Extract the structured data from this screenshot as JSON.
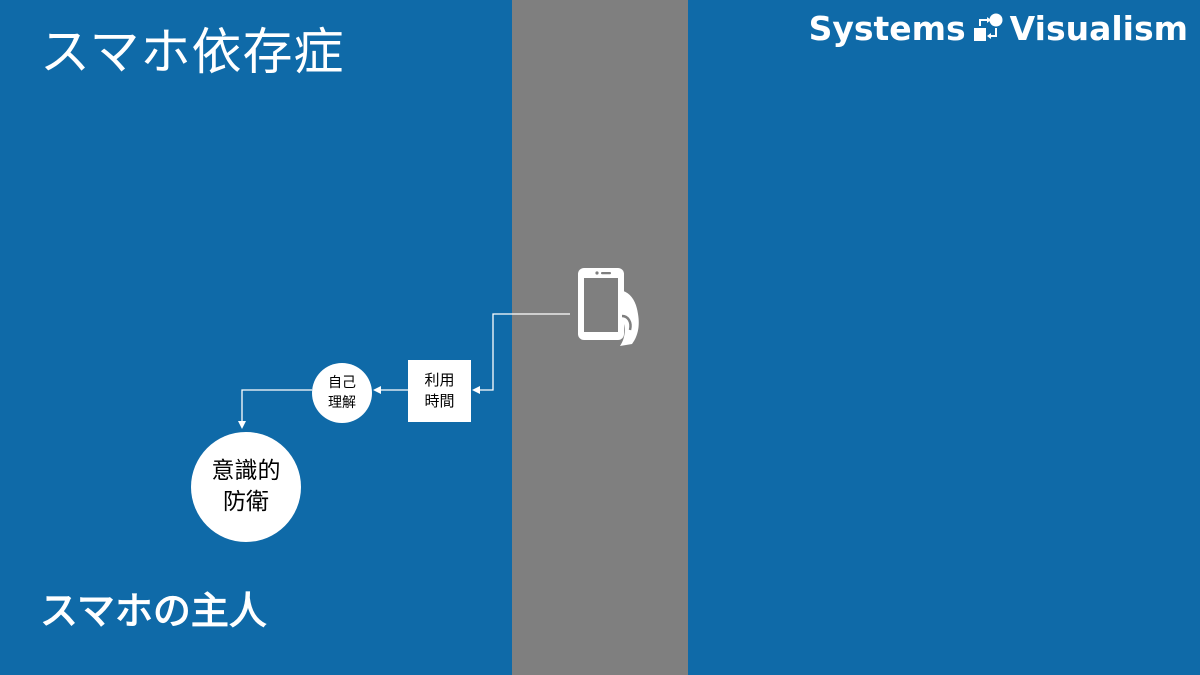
{
  "title": "スマホ依存症",
  "brand": {
    "word1": "Systems",
    "word2": "Visualism"
  },
  "footer": "スマホの主人",
  "nodes": {
    "usage_time": {
      "line1": "利用",
      "line2": "時間"
    },
    "self_understanding": {
      "line1": "自己",
      "line2": "理解"
    },
    "conscious_defense": {
      "line1": "意識的",
      "line2": "防衛"
    }
  },
  "icons": {
    "phone": "smartphone-in-hand-icon",
    "logo": "systems-visualism-logo-icon"
  },
  "colors": {
    "background": "#0f6aa8",
    "divider": "#7f7f7f",
    "foreground": "#ffffff"
  }
}
